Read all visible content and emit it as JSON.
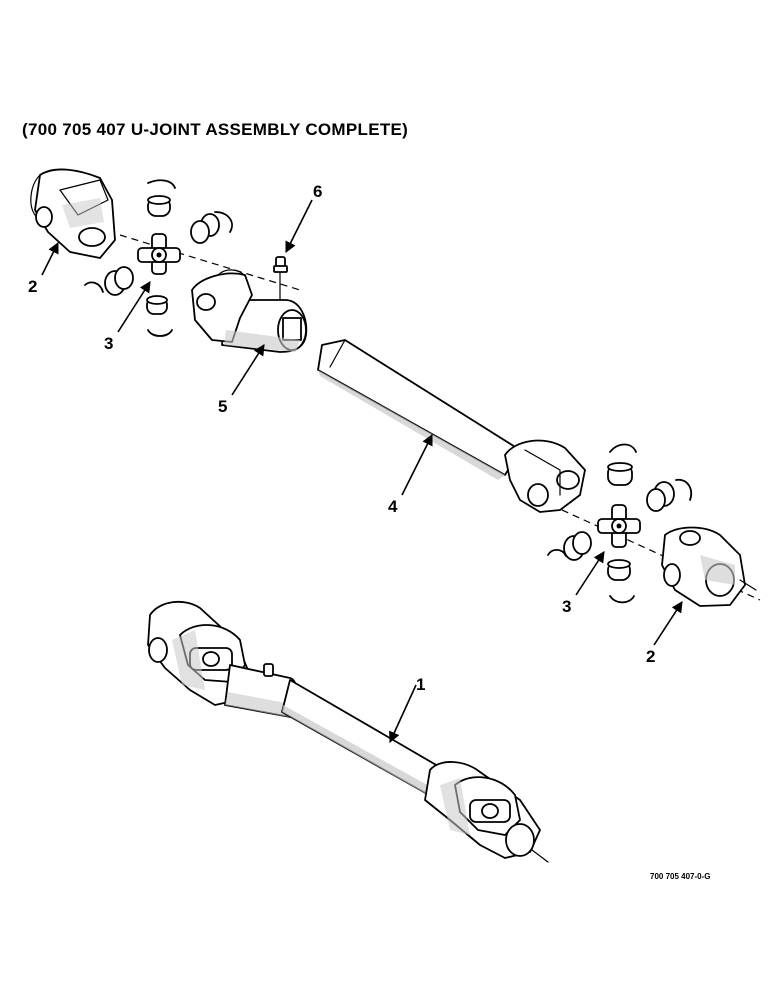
{
  "title": "(700 705 407 U-JOINT ASSEMBLY COMPLETE)",
  "drawing_code": "700 705 407-0-G",
  "callouts": {
    "yoke_left": "2",
    "cross_left": "3",
    "grease_fitting": "6",
    "outer_tube_yoke": "5",
    "inner_shaft_yoke": "4",
    "cross_right": "3",
    "yoke_right": "2",
    "complete_assembly": "1"
  }
}
